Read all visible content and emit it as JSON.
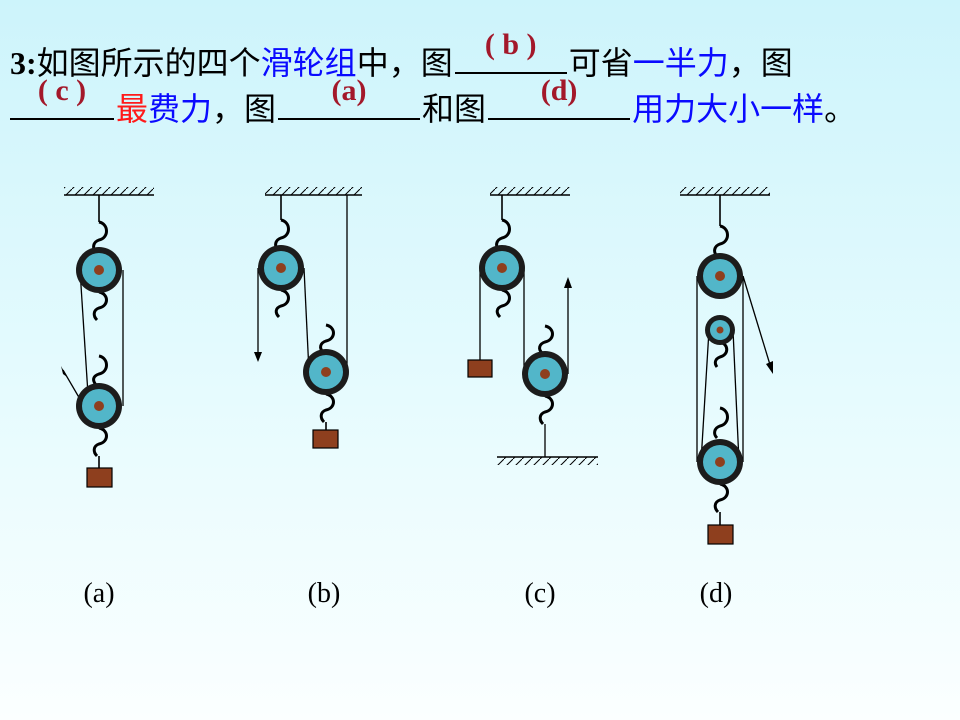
{
  "question": {
    "number": "3:",
    "text_1": "如图所示的四个",
    "text_2": "滑轮组",
    "text_3": "中，图",
    "answer_1": "( b )",
    "text_4": "可省",
    "text_5": "一半力",
    "text_6": "，图",
    "answer_2": "(  c  )",
    "text_7": "最",
    "text_8": "费力",
    "text_9": "，图",
    "answer_3": "(a)",
    "text_10": "和图",
    "answer_4": "(d)",
    "text_11": "用力大小一样",
    "text_12": "。"
  },
  "figures": {
    "labels": [
      "(a)",
      "(b)",
      "(c)",
      "(d)"
    ]
  },
  "colors": {
    "pulley_fill": "#52b6c9",
    "pulley_rim": "#1c1c1c",
    "weight": "#8e3f1e",
    "blue_text": "#0a0aff",
    "red_text": "#ff1a1a",
    "answer_text": "#a3182a"
  }
}
